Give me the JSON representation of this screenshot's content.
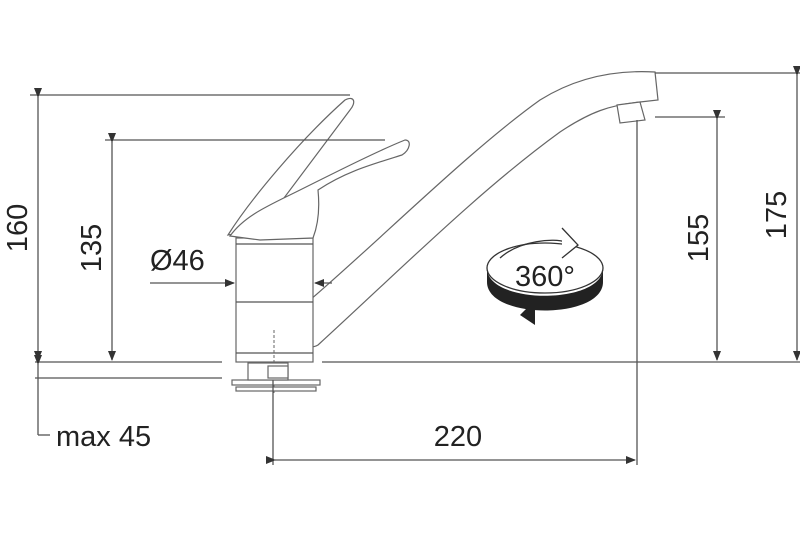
{
  "dimensions": {
    "total_height": "160",
    "lever_height": "135",
    "body_diameter": "Ø46",
    "spout_height": "155",
    "spout_top_height": "175",
    "reach": "220",
    "max_counter": "max 45",
    "rotation": "360°"
  }
}
